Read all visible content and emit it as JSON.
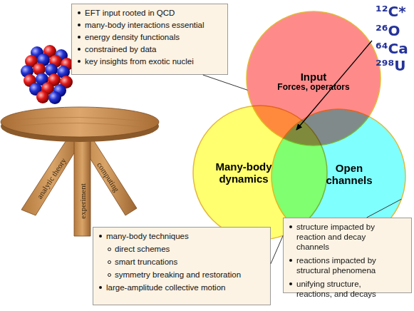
{
  "diagram": {
    "nodes": [
      {
        "text": [
          "EFT input rooted in QCD",
          "many-body interactions essential",
          "energy density functionals",
          "constrained by data",
          "key insights from exotic nuclei"
        ]
      },
      {
        "text": [
          "Input",
          "Forces, operators"
        ]
      },
      {
        "text": [
          "Many-body dynamics"
        ]
      },
      {
        "text": [
          "Open channels"
        ]
      },
      {
        "text": [
          "many-body techniques",
          "direct schemes",
          "smart truncations",
          "symmetry breaking and restoration",
          "large-amplitude collective motion"
        ]
      },
      {
        "text": [
          "structure impacted by reaction and decay channels",
          "reactions impacted by structural phenomena",
          "unifying structure, reactions, and decays"
        ]
      }
    ],
    "edges": [
      {
        "from": 0,
        "to": 1,
        "arrow": "none"
      },
      {
        "from": 4,
        "to": 2,
        "arrow": "none"
      },
      {
        "from": 5,
        "to": 3,
        "arrow": "none"
      }
    ],
    "labels": [
      "¹²C*",
      "²⁶O",
      "⁶⁴Ca",
      "²⁹⁸U",
      "analytic theory",
      "experiment",
      "computing"
    ]
  }
}
